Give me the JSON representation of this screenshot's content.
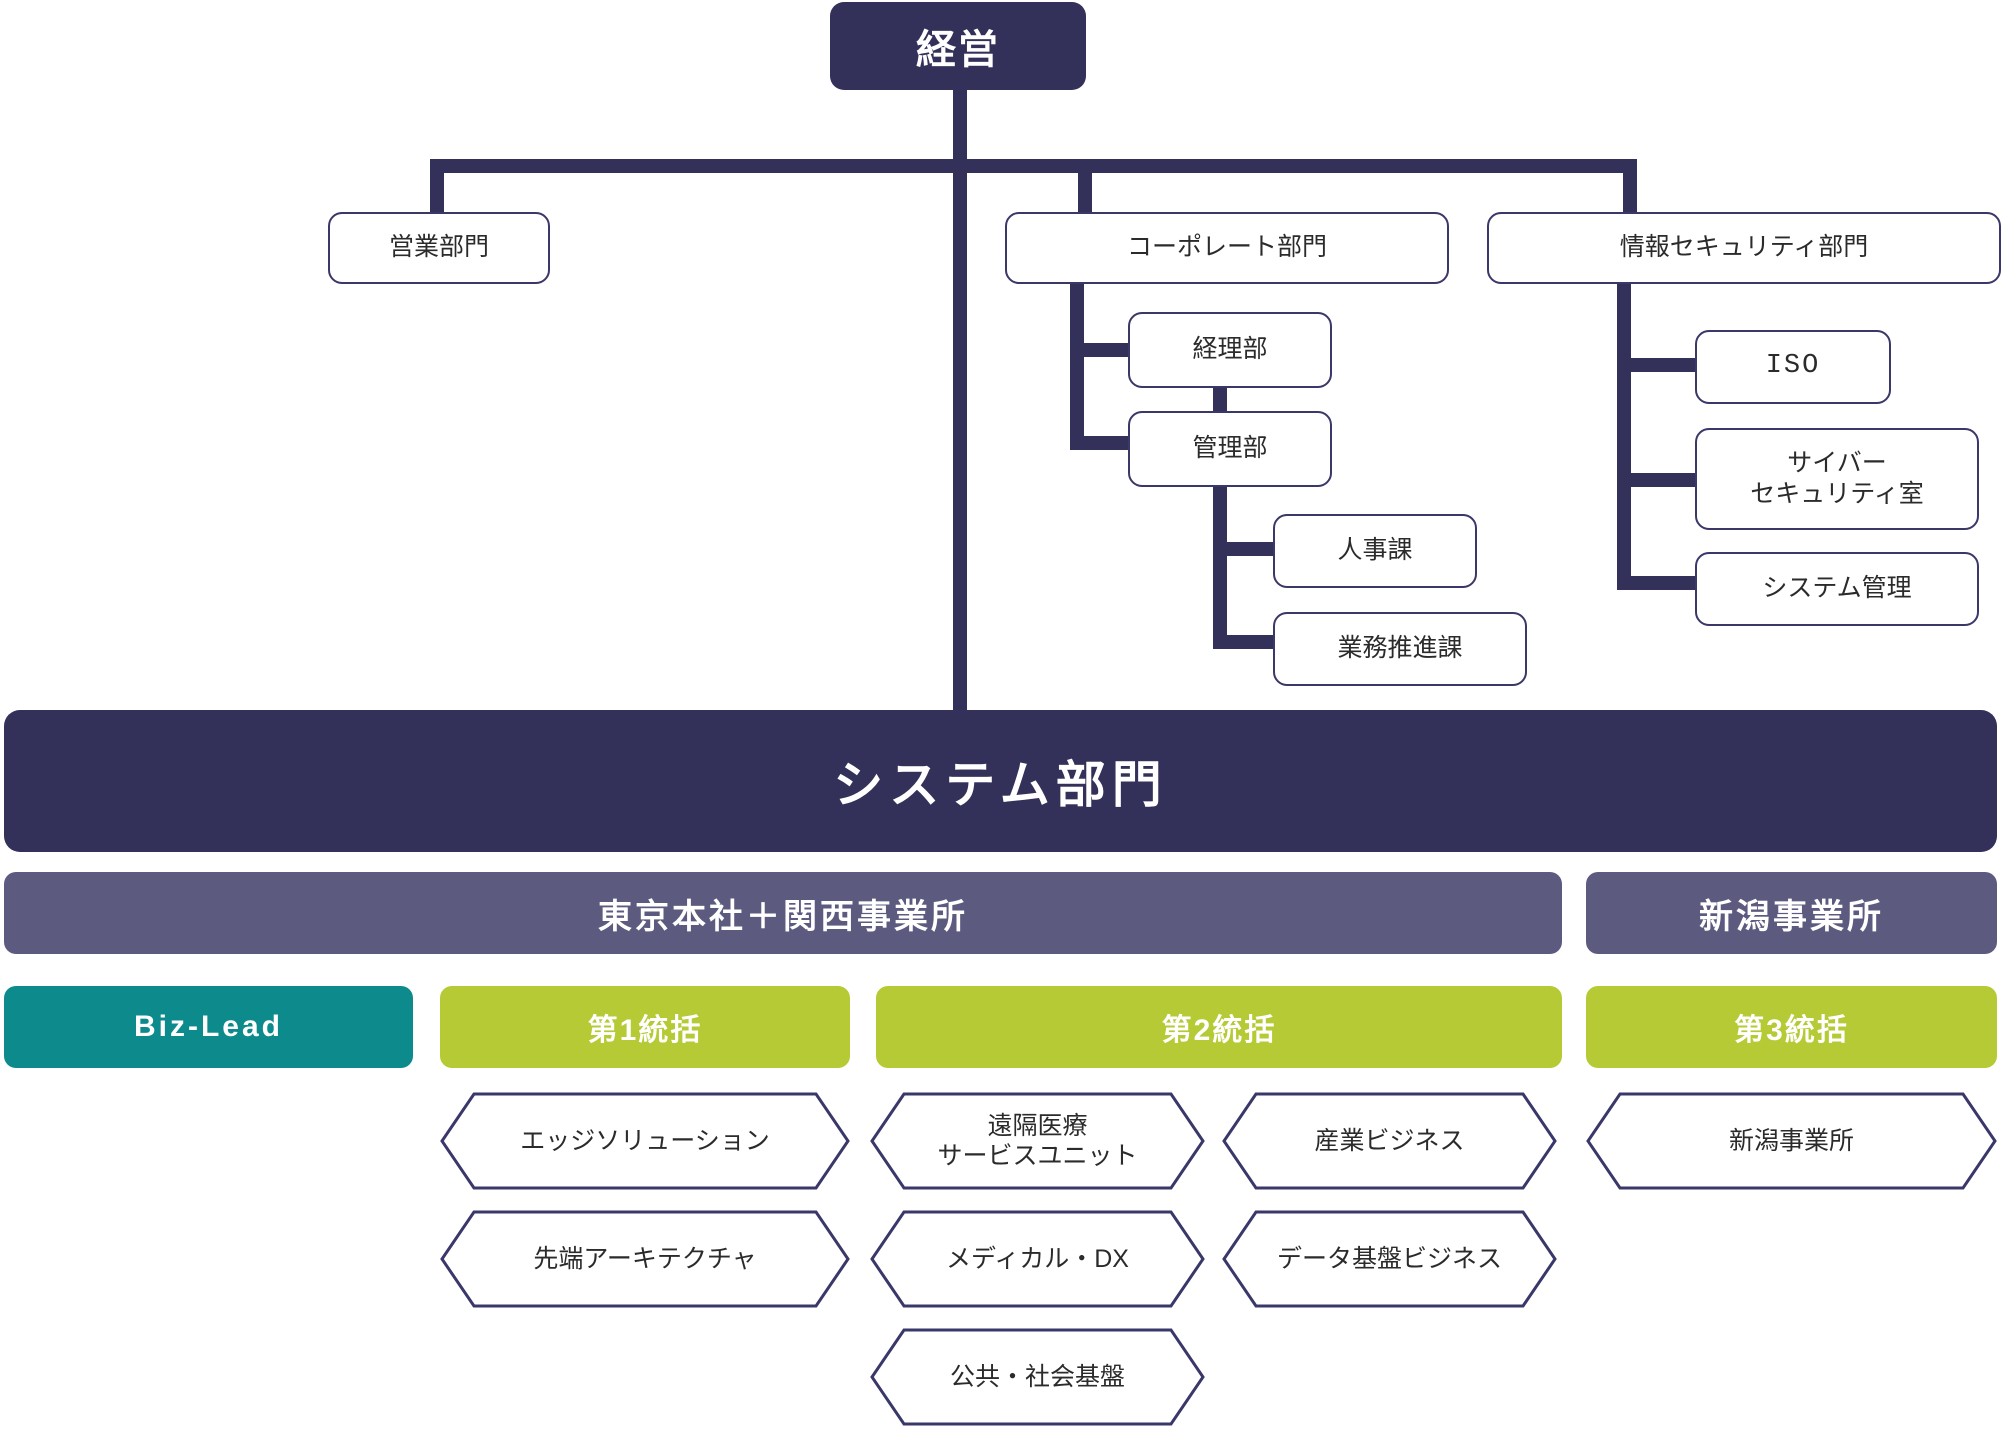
{
  "colors": {
    "dark_navy": "#333159",
    "line_navy": "#333159",
    "outline_navy": "#3a3769",
    "site_purple": "#5d5a80",
    "teal": "#0c8a8c",
    "olive": "#b5ca34",
    "text_dark": "#2b2b2b",
    "white": "#ffffff",
    "background": "#ffffff"
  },
  "tree": {
    "root": {
      "label": "経営"
    },
    "divisions": [
      {
        "label": "営業部門"
      },
      {
        "label": "コーポレート部門"
      },
      {
        "label": "情報セキュリティ部門"
      }
    ],
    "corporate_children": [
      {
        "label": "経理部"
      },
      {
        "label": "管理部"
      }
    ],
    "kanri_children": [
      {
        "label": "人事課"
      },
      {
        "label": "業務推進課"
      }
    ],
    "security_children": [
      {
        "label": "ISO"
      },
      {
        "label": "サイバー\nセキュリティ室"
      },
      {
        "label": "システム管理"
      }
    ]
  },
  "system_division": {
    "label": "システム部門"
  },
  "sites": [
    {
      "label": "東京本社＋関西事業所"
    },
    {
      "label": "新潟事業所"
    }
  ],
  "groups": [
    {
      "label": "Biz-Lead",
      "color": "teal"
    },
    {
      "label": "第1統括",
      "color": "olive"
    },
    {
      "label": "第2統括",
      "color": "olive"
    },
    {
      "label": "第3統括",
      "color": "olive"
    }
  ],
  "units": {
    "group1": [
      {
        "label": "エッジソリューション"
      },
      {
        "label": "先端アーキテクチャ"
      }
    ],
    "group2_col1": [
      {
        "label": "遠隔医療\nサービスユニット"
      },
      {
        "label": "メディカル・DX"
      },
      {
        "label": "公共・社会基盤"
      }
    ],
    "group2_col2": [
      {
        "label": "産業ビジネス"
      },
      {
        "label": "データ基盤ビジネス"
      }
    ],
    "group3": [
      {
        "label": "新潟事業所"
      }
    ]
  }
}
